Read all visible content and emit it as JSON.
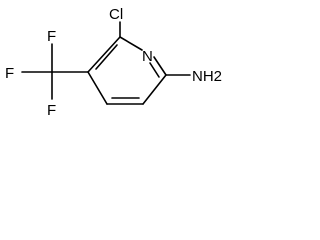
{
  "molecule": {
    "atoms": {
      "chlorine": "Cl",
      "nitrogen": "N",
      "amine": "NH2",
      "fluorine_top": "F",
      "fluorine_left": "F",
      "fluorine_bottom": "F"
    }
  }
}
